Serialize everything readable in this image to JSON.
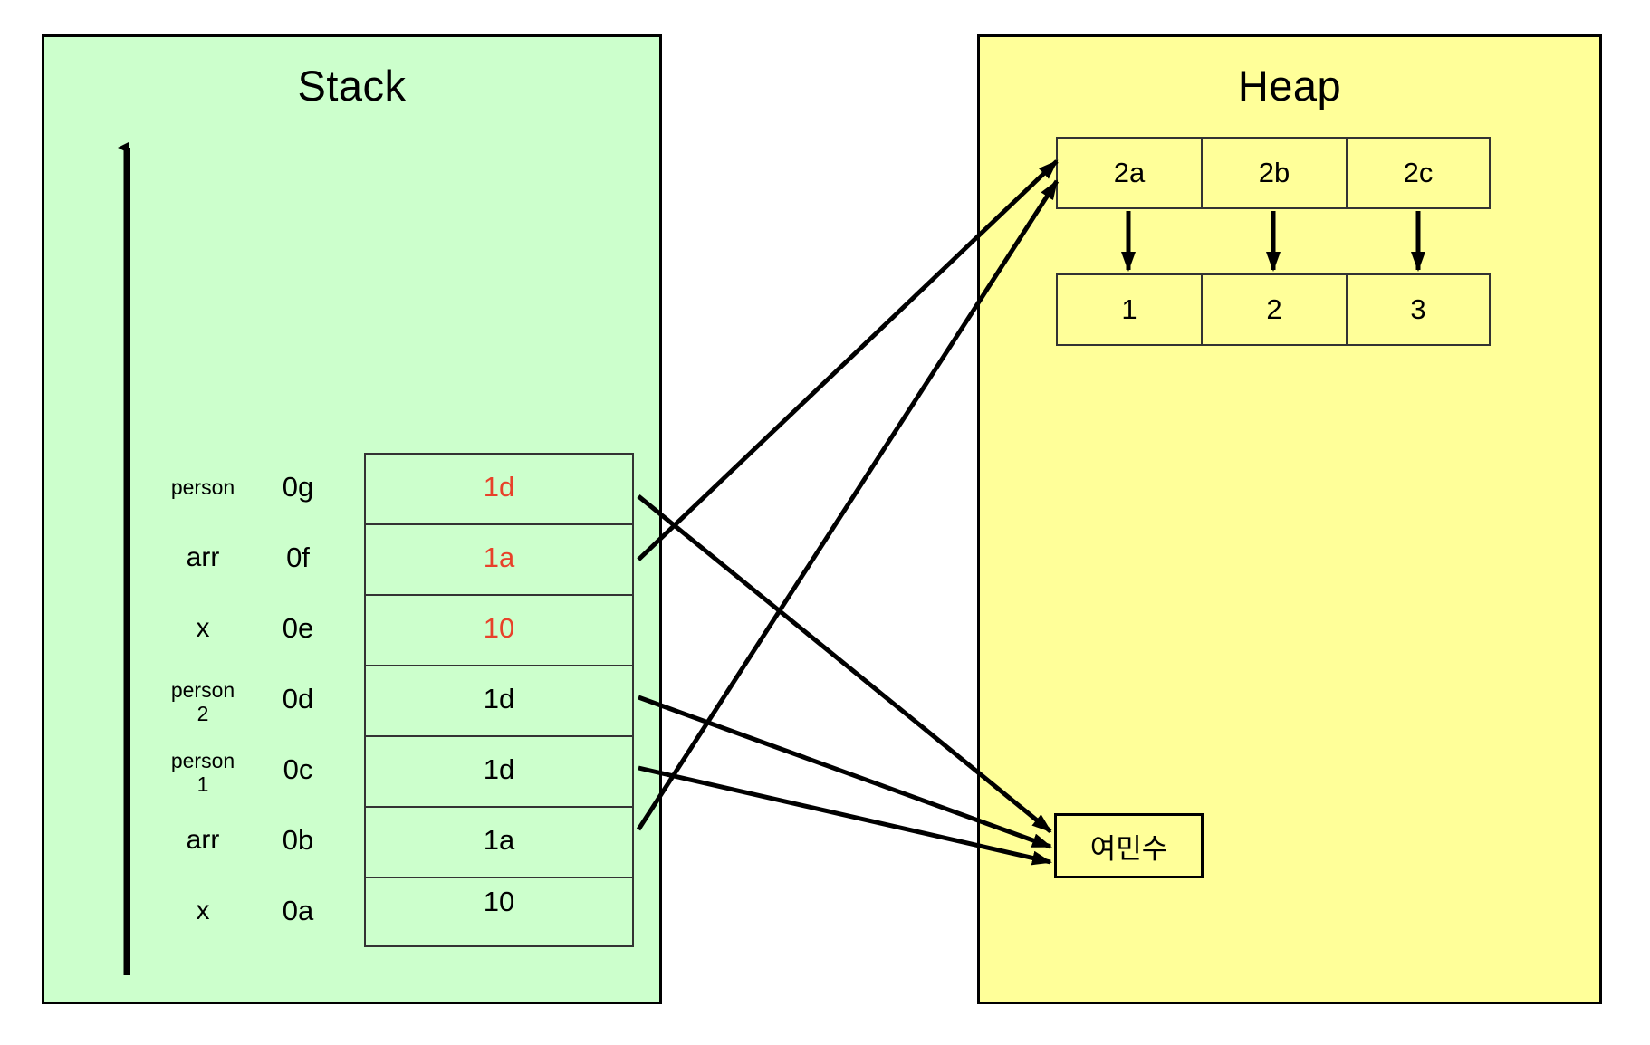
{
  "diagram": {
    "title_stack": "Stack",
    "title_heap": "Heap"
  },
  "stack": {
    "growth_arrow_name": "stack-growth-direction-arrow",
    "rows": [
      {
        "name": "person",
        "name_style": "small",
        "addr": "0g",
        "value": "1d",
        "value_color": "#e8412a"
      },
      {
        "name": "arr",
        "name_style": "large",
        "addr": "0f",
        "value": "1a",
        "value_color": "#e8412a"
      },
      {
        "name": "x",
        "name_style": "large",
        "addr": "0e",
        "value": "10",
        "value_color": "#e8412a"
      },
      {
        "name": "person\n2",
        "name_style": "small",
        "addr": "0d",
        "value": "1d",
        "value_color": "#000000"
      },
      {
        "name": "person\n1",
        "name_style": "small",
        "addr": "0c",
        "value": "1d",
        "value_color": "#000000"
      },
      {
        "name": "arr",
        "name_style": "large",
        "addr": "0b",
        "value": "1a",
        "value_color": "#000000"
      },
      {
        "name": "x",
        "name_style": "large",
        "addr": "0a",
        "value": "10",
        "value_color": "#000000"
      }
    ]
  },
  "heap": {
    "address_row": [
      "2a",
      "2b",
      "2c"
    ],
    "value_row": [
      "1",
      "2",
      "3"
    ],
    "string_box": "여민수"
  },
  "colors": {
    "stack_bg": "#ccffcc",
    "heap_bg": "#ffff99",
    "border": "#000000",
    "cell_border": "#333333",
    "highlight_text": "#e8412a",
    "text": "#000000"
  }
}
